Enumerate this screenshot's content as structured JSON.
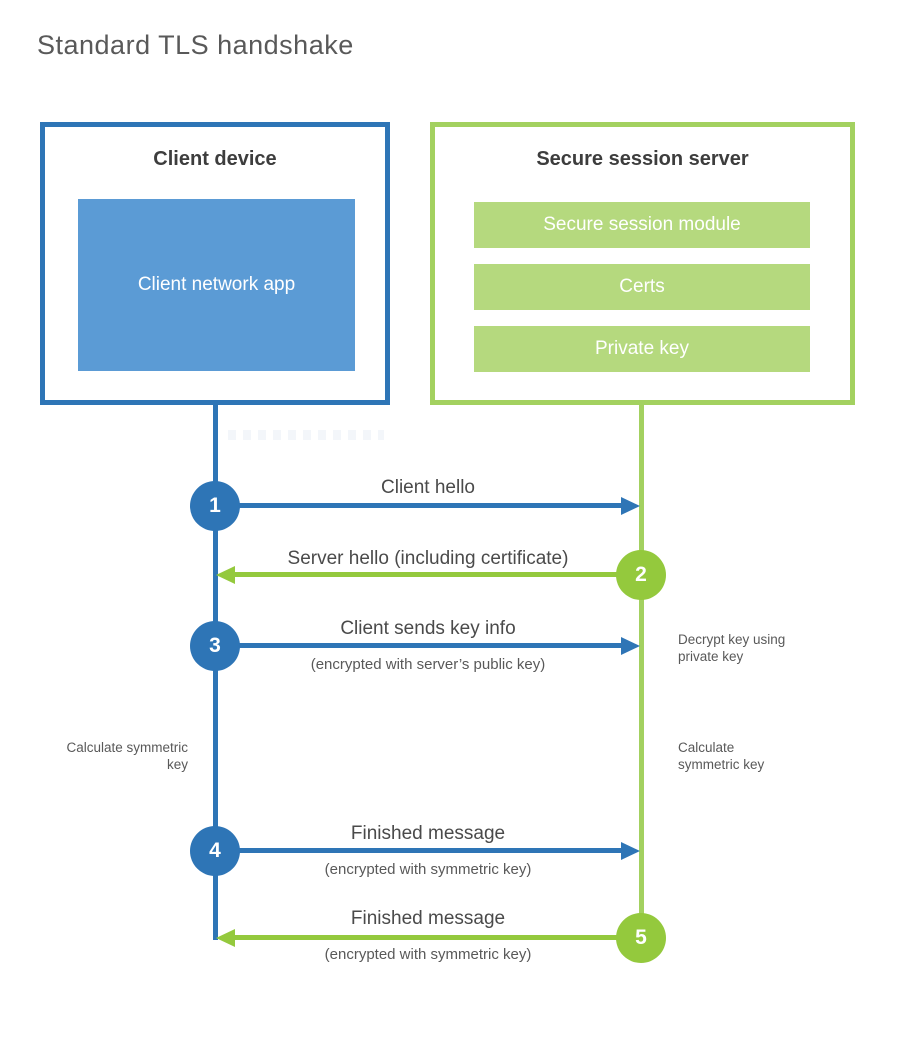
{
  "title": "Standard TLS handshake",
  "colors": {
    "blue": "#2e75b6",
    "blue_fill": "#5b9bd5",
    "green_accent": "#94c93d",
    "green_border": "#a3d160",
    "green_fill": "#b5d97e",
    "heading_text": "#3d3d3d",
    "body_text": "#595959"
  },
  "client_box": {
    "title": "Client device",
    "inner_label": "Client network app"
  },
  "server_box": {
    "title": "Secure session server",
    "modules": [
      "Secure session module",
      "Certs",
      "Private key"
    ]
  },
  "steps": [
    {
      "num": "1",
      "label": "Client hello",
      "sub": "",
      "direction": "right",
      "from": "client",
      "to": "server"
    },
    {
      "num": "2",
      "label": "Server hello (including certificate)",
      "sub": "",
      "direction": "left",
      "from": "server",
      "to": "client"
    },
    {
      "num": "3",
      "label": "Client sends key info",
      "sub": "(encrypted with server’s public key)",
      "direction": "right",
      "from": "client",
      "to": "server"
    },
    {
      "num": "4",
      "label": "Finished message",
      "sub": "(encrypted with symmetric key)",
      "direction": "right",
      "from": "client",
      "to": "server"
    },
    {
      "num": "5",
      "label": "Finished message",
      "sub": "(encrypted with symmetric key)",
      "direction": "left",
      "from": "server",
      "to": "client"
    }
  ],
  "notes": {
    "decrypt": "Decrypt key using private key",
    "calc_left": "Calculate symmetric key",
    "calc_right": "Calculate symmetric key"
  }
}
